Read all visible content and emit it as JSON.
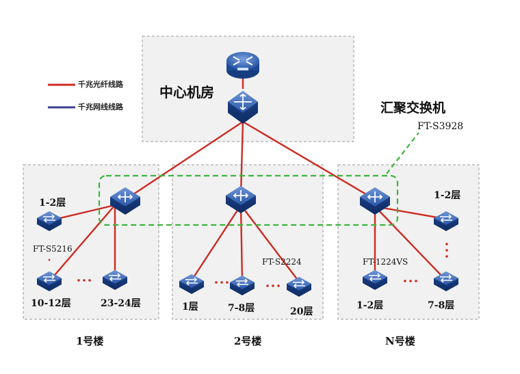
{
  "legend": {
    "fiber_label": "千兆光纤线路",
    "copper_label": "千兆网线线路",
    "fiber_color": "#cc2b22",
    "copper_color": "#3a3f8f"
  },
  "core": {
    "room_label": "中心机房",
    "router_icon": "router-icon",
    "switch_icon": "core-switch-icon"
  },
  "aggregation": {
    "title": "汇聚交换机",
    "model": "FT-S3928",
    "outline_color": "#3cb43c"
  },
  "buildings": [
    {
      "name": "1号楼",
      "model": "FT-S5216",
      "floors": [
        "1-2层",
        "10-12层",
        "23-24层"
      ]
    },
    {
      "name": "2号楼",
      "model": "FT-S2224",
      "floors": [
        "1层",
        "7-8层",
        "20层"
      ]
    },
    {
      "name": "N号楼",
      "model": "FT-1224VS",
      "floors": [
        "1-2层",
        "1-2层",
        "7-8层"
      ]
    }
  ],
  "colors": {
    "device_blue": "#1f4f9e",
    "panel_bg": "#f1f1f1",
    "panel_border": "#9a9a9a"
  }
}
